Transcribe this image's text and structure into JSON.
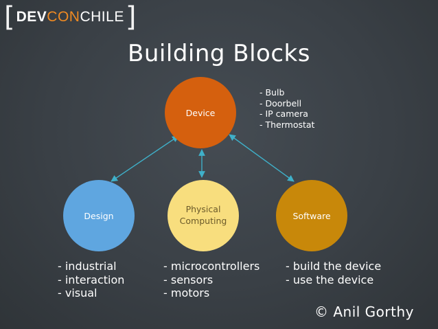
{
  "logo": {
    "bracket_open": "[",
    "dev": "DEV",
    "con": "CON",
    "chile": "CHILE",
    "bracket_close": "]"
  },
  "title": "Building Blocks",
  "nodes": {
    "device": {
      "label": "Device",
      "color": "#d5600e"
    },
    "design": {
      "label": "Design",
      "color": "#5fa6e0"
    },
    "physical": {
      "label_line1": "Physical",
      "label_line2": "Computing",
      "color": "#f8de7e"
    },
    "software": {
      "label": "Software",
      "color": "#c8880a"
    }
  },
  "device_examples": [
    "- Bulb",
    "- Doorbell",
    "- IP camera",
    "- Thermostat"
  ],
  "design_list": [
    "- industrial",
    "- interaction",
    "- visual"
  ],
  "physical_list": [
    "- microcontrollers",
    "- sensors",
    "- motors"
  ],
  "software_list": [
    "- build the device",
    "- use the device"
  ],
  "credit": "© Anil Gorthy",
  "arrow_color": "#3fb0c9"
}
